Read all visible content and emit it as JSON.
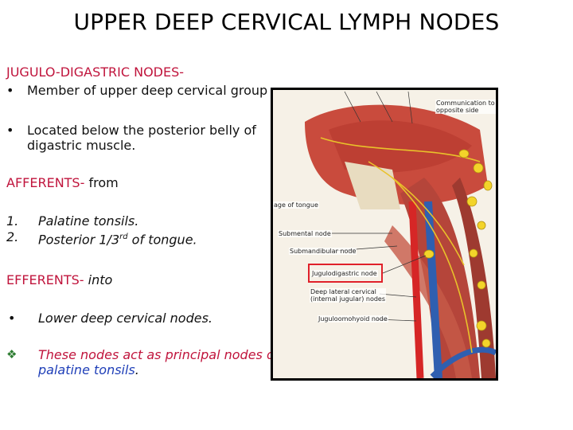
{
  "slide": {
    "title": "UPPER DEEP CERVICAL LYMPH NODES",
    "jd_heading": "JUGULO-DIGASTRIC NODES-",
    "jd_point1": "Member of upper deep cervical group",
    "jd_point2_line1": "Located below the posterior belly of",
    "jd_point2_line2": "digastric muscle.",
    "afferents_heading": "AFFERENTS-",
    "afferents_suffix": "from",
    "afferents": [
      {
        "num": "1.",
        "text": "Palatine tonsils."
      },
      {
        "num": "2.",
        "text_before": "Posterior 1/3",
        "sup": "rd",
        "text_after": " of tongue."
      }
    ],
    "efferents_heading": "EFFERENTS-",
    "efferents_suffix": "into",
    "efferent_point": "Lower deep cervical nodes.",
    "note_line1": "These nodes act as principal nodes of",
    "note_line2_highlight": "palatine tonsils",
    "note_line2_period": ".",
    "bullet_char": "•"
  },
  "figure_labels": {
    "communication_line1": "Communication to",
    "communication_line2": "opposite side",
    "tongue_partial": "age of tongue",
    "submental": "Submental node",
    "submandibular": "Submandibular node",
    "jugulodigastric": "Jugulodigastric node",
    "deep_lateral_line1": "Deep lateral cervical",
    "deep_lateral_line2": "(internal jugular) nodes",
    "jugulo_omohyoid": "Juguloomohyoid node"
  },
  "colors": {
    "heading_red": "#c0143c",
    "highlight_blue": "#1f3fb8",
    "diamond_green": "#2e7d32",
    "highlight_box": "#e0202a"
  },
  "icons": {
    "diamond_bullet": "diamond-bullet-icon"
  }
}
